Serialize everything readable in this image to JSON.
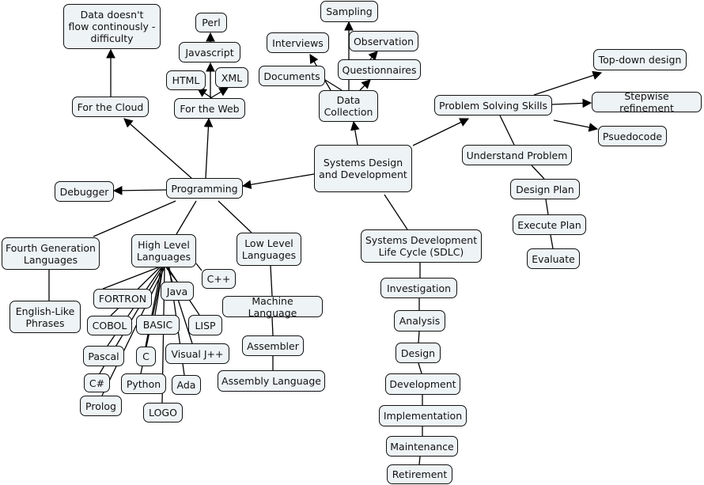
{
  "diagram": {
    "nodes": {
      "center": "Systems Design\nand Development",
      "programming": "Programming",
      "cloud": "For the Cloud",
      "cloud_note": "Data doesn't\nflow continously -\ndifficulty",
      "web": "For the Web",
      "html": "HTML",
      "xml": "XML",
      "javascript": "Javascript",
      "perl": "Perl",
      "debugger": "Debugger",
      "fourth_gen": "Fourth Generation\nLanguages",
      "english_like": "English-Like\nPhrases",
      "high_level": "High Level\nLanguages",
      "low_level": "Low Level\nLanguages",
      "cpp": "C++",
      "fortron": "FORTRON",
      "java": "Java",
      "cobol": "COBOL",
      "basic": "BASIC",
      "lisp": "LISP",
      "pascal": "Pascal",
      "c": "C",
      "visual_jpp": "Visual J++",
      "csharp": "C#",
      "python": "Python",
      "ada": "Ada",
      "prolog": "Prolog",
      "logo": "LOGO",
      "machine_lang": "Machine Language",
      "assembler": "Assembler",
      "assembly_lang": "Assembly Language",
      "data_collection": "Data\nCollection",
      "documents": "Documents",
      "interviews": "Interviews",
      "questionnaires": "Questionnaires",
      "observation": "Observation",
      "sampling": "Sampling",
      "problem_solving": "Problem Solving Skills",
      "top_down": "Top-down design",
      "stepwise": "Stepwise refinement",
      "pseudocode": "Psuedocode",
      "understand": "Understand Problem",
      "design_plan": "Design Plan",
      "execute_plan": "Execute Plan",
      "evaluate": "Evaluate",
      "sdlc": "Systems Development\nLife Cycle (SDLC)",
      "investigation": "Investigation",
      "analysis": "Analysis",
      "design": "Design",
      "development": "Development",
      "implementation": "Implementation",
      "maintenance": "Maintenance",
      "retirement": "Retirement"
    }
  }
}
